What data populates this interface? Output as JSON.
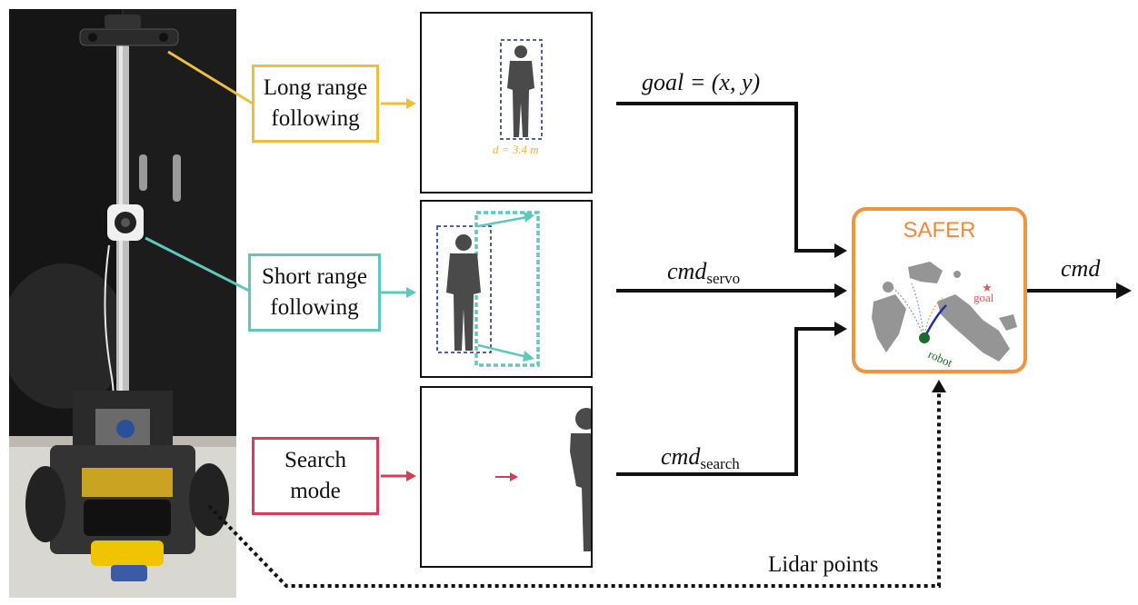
{
  "modes": {
    "long": {
      "line1": "Long range",
      "line2": "following",
      "color": "#f0be3f"
    },
    "short": {
      "line1": "Short range",
      "line2": "following",
      "color": "#5ec8bd"
    },
    "search": {
      "line1": "Search",
      "line2": "mode",
      "color": "#d63e58"
    }
  },
  "panels": {
    "long_distance": "d = 3.4 m"
  },
  "signals": {
    "goal": "goal = (x, y)",
    "servo_main": "cmd",
    "servo_sub": "servo",
    "search_main": "cmd",
    "search_sub": "search",
    "output": "cmd"
  },
  "safer": {
    "title": "SAFER",
    "goal_label": "goal",
    "robot_label": "robot",
    "border_color": "#f2933e"
  },
  "lidar_label": "Lidar points"
}
